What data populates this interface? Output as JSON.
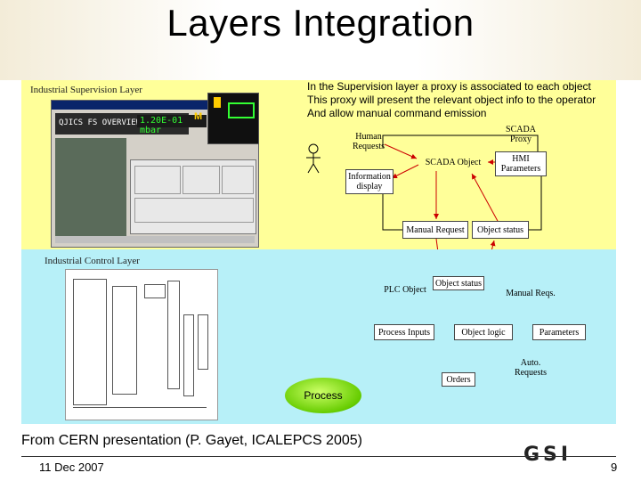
{
  "slide": {
    "title": "Layers Integration",
    "caption": "From CERN presentation (P. Gayet, ICALEPCS 2005)",
    "date": "11 Dec 2007",
    "page_number": "9",
    "logo_text": "GSI"
  },
  "supervision": {
    "layer_label": "Industrial Supervision  Layer",
    "description": [
      "In the Supervision layer a proxy is associated to each object",
      "This proxy will present the relevant object info to the operator",
      "And allow manual command emission"
    ],
    "screenshot": {
      "header": "QJICS FS OVERVIEW",
      "reading": "1.20E-01 mbar",
      "badge": "M"
    },
    "nodes": {
      "scada_proxy": "SCADA\nProxy",
      "human_requests": "Human\nRequests",
      "scada_object": "SCADA Object",
      "hmi_parameters": "HMI\nParameters",
      "information_display": "Information\ndisplay",
      "manual_request": "Manual Request",
      "object_status": "Object status"
    }
  },
  "control": {
    "layer_label": "Industrial Control Layer",
    "nodes": {
      "plc_object": "PLC Object",
      "object_status": "Object status",
      "manual_reqs": "Manual Reqs.",
      "process_inputs": "Process Inputs",
      "object_logic": "Object logic",
      "parameters": "Parameters",
      "auto_requests": "Auto. Requests",
      "orders": "Orders",
      "process": "Process"
    }
  },
  "colors": {
    "supervision_band": "#ffff99",
    "control_band": "#b7f0f8",
    "arrow": "#cc0000",
    "process_fill": "#66cc00"
  }
}
